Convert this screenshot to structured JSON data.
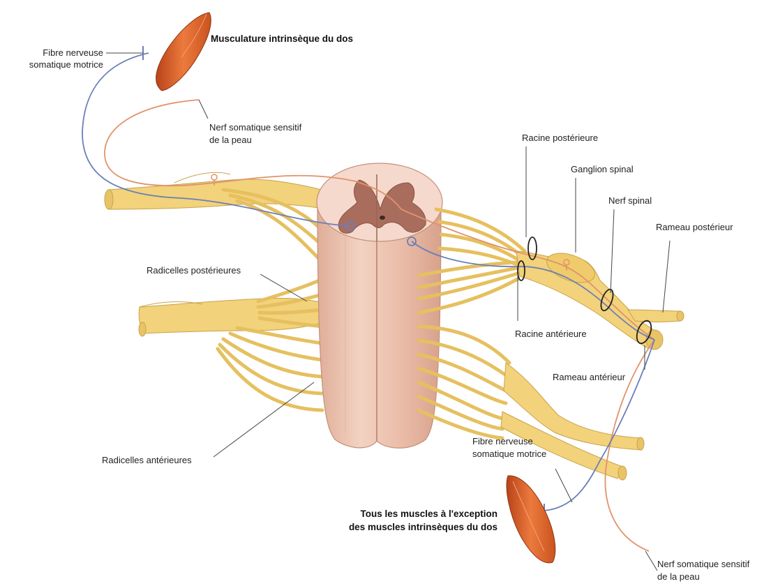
{
  "labels": {
    "fibre_top_1": "Fibre nerveuse",
    "fibre_top_2": "somatique motrice",
    "muscle_top": "Musculature intrinsèque du dos",
    "nerf_top_1": "Nerf somatique sensitif",
    "nerf_top_2": "de la peau",
    "racine_post": "Racine postérieure",
    "ganglion": "Ganglion spinal",
    "nerf_spinal": "Nerf spinal",
    "rameau_post": "Rameau postérieur",
    "radicelles_post": "Radicelles postérieures",
    "racine_ant": "Racine antérieure",
    "rameau_ant": "Rameau antérieur",
    "radicelles_ant": "Radicelles antérieures",
    "fibre_bot_1": "Fibre nerveuse",
    "fibre_bot_2": "somatique motrice",
    "muscle_bot_1": "Tous les muscles à l'exception",
    "muscle_bot_2": "des muscles intrinsèques du dos",
    "nerf_bot_1": "Nerf somatique sensitif",
    "nerf_bot_2": "de la peau"
  },
  "colors": {
    "background": "#ffffff",
    "nerve": "#f2d27a",
    "nerve_dark": "#d9b254",
    "cord": "#eec5b3",
    "cord_dark": "#d9a48f",
    "muscle": "#e2672f",
    "sensory_fiber": "#e0936b",
    "motor_fiber": "#6b7fb8"
  }
}
